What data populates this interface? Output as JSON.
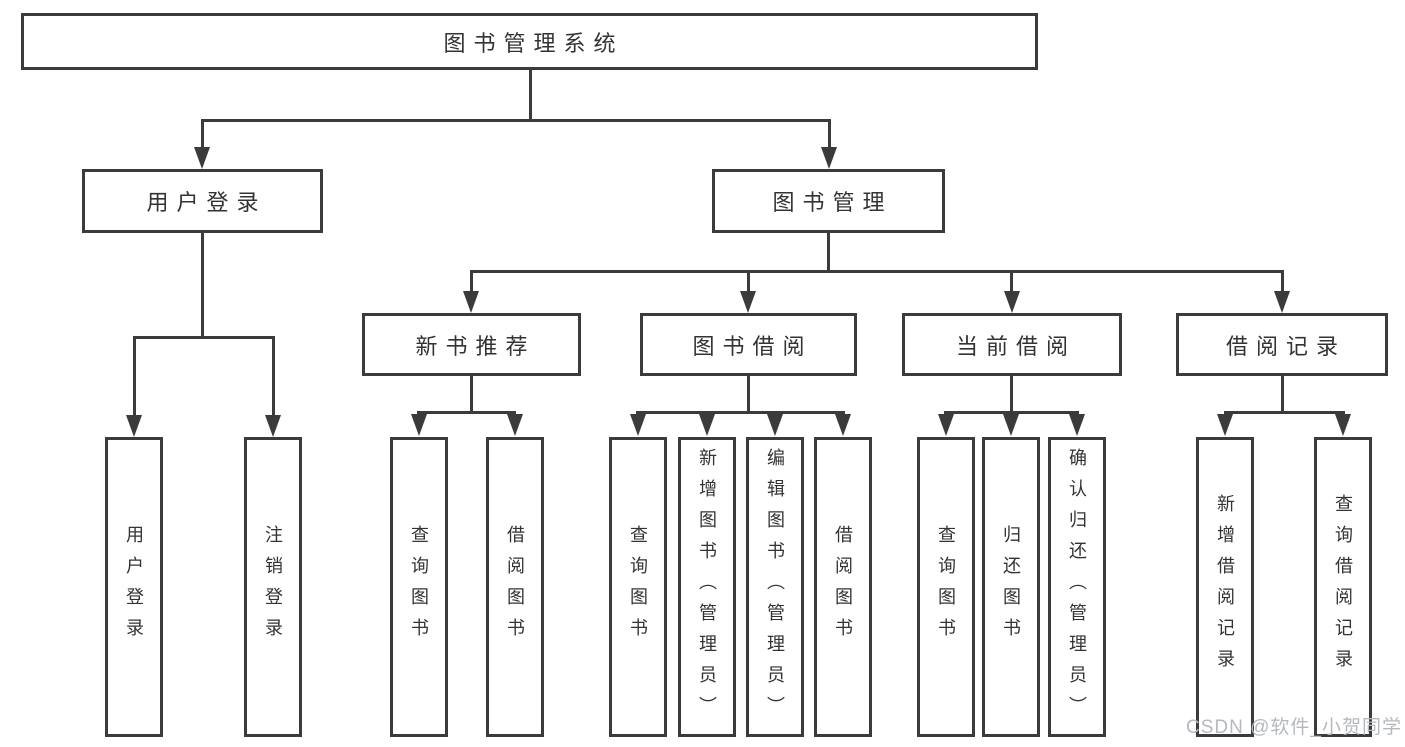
{
  "diagram_title": "图书管理系统",
  "tree": {
    "root": {
      "label": "图书管理系统",
      "children": [
        {
          "label": "用户登录",
          "children": [
            {
              "label": "用户登录"
            },
            {
              "label": "注销登录"
            }
          ]
        },
        {
          "label": "图书管理",
          "children": [
            {
              "label": "新书推荐",
              "children": [
                {
                  "label": "查询图书"
                },
                {
                  "label": "借阅图书"
                }
              ]
            },
            {
              "label": "图书借阅",
              "children": [
                {
                  "label": "查询图书"
                },
                {
                  "label": "新增图书（管理员）"
                },
                {
                  "label": "编辑图书（管理员）"
                },
                {
                  "label": "借阅图书"
                }
              ]
            },
            {
              "label": "当前借阅",
              "children": [
                {
                  "label": "查询图书"
                },
                {
                  "label": "归还图书"
                },
                {
                  "label": "确认归还（管理员）"
                }
              ]
            },
            {
              "label": "借阅记录",
              "children": [
                {
                  "label": "新增借阅记录"
                },
                {
                  "label": "查询借阅记录"
                }
              ]
            }
          ]
        }
      ]
    }
  },
  "watermark": {
    "text": "CSDN @软件_小贺同学"
  },
  "colors": {
    "line": "#3b3b3b",
    "text": "#333333",
    "watermark": "#b5b9be",
    "background": "#ffffff"
  }
}
